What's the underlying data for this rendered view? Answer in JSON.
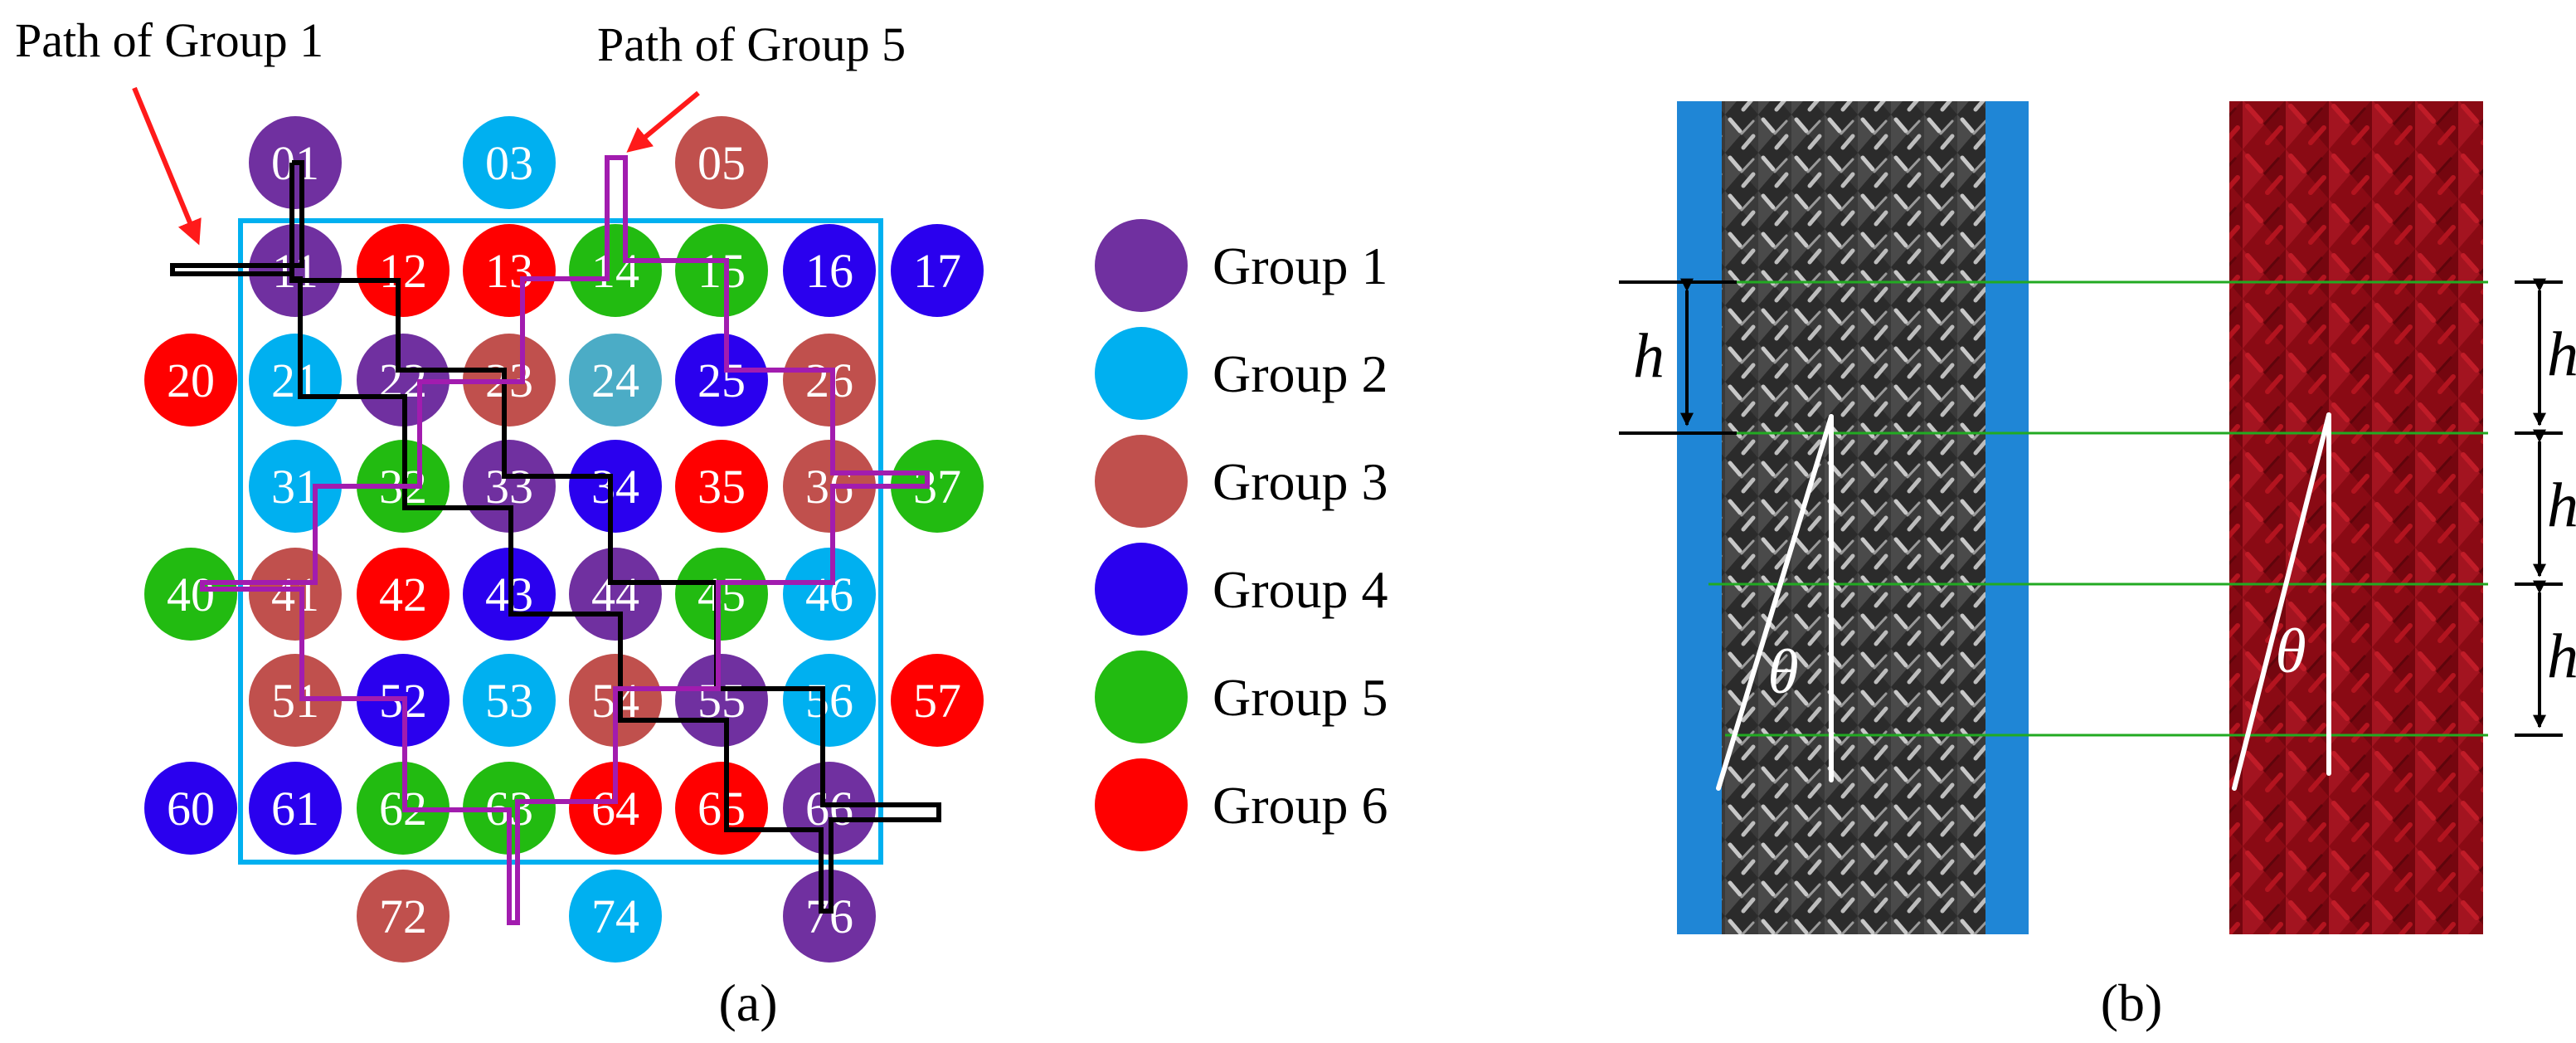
{
  "panel_a": {
    "annotations": [
      "Path of Group 1",
      "Path of Group 5"
    ],
    "caption": "(a)",
    "group_colors": {
      "g1": "#7030a0",
      "g2": "#00b0f0",
      "g3": "#c0504d",
      "g4": "#2a00ee",
      "g5": "#22bb11",
      "g6": "#ff0000",
      "g2b": "#4bacc6"
    },
    "frame_color": "#00b0f0",
    "path_group1_color": "#000000",
    "path_group5_color": "#a21caf",
    "nodes": [
      {
        "label": "01",
        "g": "g1"
      },
      {
        "label": "03",
        "g": "g2"
      },
      {
        "label": "05",
        "g": "g3"
      },
      {
        "label": "11",
        "g": "g1"
      },
      {
        "label": "12",
        "g": "g6"
      },
      {
        "label": "13",
        "g": "g6"
      },
      {
        "label": "14",
        "g": "g5"
      },
      {
        "label": "15",
        "g": "g5"
      },
      {
        "label": "16",
        "g": "g4"
      },
      {
        "label": "17",
        "g": "g4"
      },
      {
        "label": "20",
        "g": "g6"
      },
      {
        "label": "21",
        "g": "g2"
      },
      {
        "label": "22",
        "g": "g1"
      },
      {
        "label": "23",
        "g": "g3"
      },
      {
        "label": "24",
        "g": "g2b"
      },
      {
        "label": "25",
        "g": "g4"
      },
      {
        "label": "26",
        "g": "g3"
      },
      {
        "label": "31",
        "g": "g2"
      },
      {
        "label": "32",
        "g": "g5"
      },
      {
        "label": "33",
        "g": "g1"
      },
      {
        "label": "34",
        "g": "g4"
      },
      {
        "label": "35",
        "g": "g6"
      },
      {
        "label": "36",
        "g": "g3"
      },
      {
        "label": "37",
        "g": "g5"
      },
      {
        "label": "40",
        "g": "g5"
      },
      {
        "label": "41",
        "g": "g3"
      },
      {
        "label": "42",
        "g": "g6"
      },
      {
        "label": "43",
        "g": "g4"
      },
      {
        "label": "44",
        "g": "g1"
      },
      {
        "label": "45",
        "g": "g5"
      },
      {
        "label": "46",
        "g": "g2"
      },
      {
        "label": "51",
        "g": "g3"
      },
      {
        "label": "52",
        "g": "g4"
      },
      {
        "label": "53",
        "g": "g2"
      },
      {
        "label": "54",
        "g": "g3"
      },
      {
        "label": "55",
        "g": "g1"
      },
      {
        "label": "56",
        "g": "g2"
      },
      {
        "label": "57",
        "g": "g6"
      },
      {
        "label": "60",
        "g": "g4"
      },
      {
        "label": "61",
        "g": "g4"
      },
      {
        "label": "62",
        "g": "g5"
      },
      {
        "label": "63",
        "g": "g5"
      },
      {
        "label": "64",
        "g": "g6"
      },
      {
        "label": "65",
        "g": "g6"
      },
      {
        "label": "66",
        "g": "g1"
      },
      {
        "label": "72",
        "g": "g3"
      },
      {
        "label": "74",
        "g": "g2"
      },
      {
        "label": "76",
        "g": "g1"
      }
    ],
    "legend": [
      {
        "label": "Group 1",
        "g": "g1"
      },
      {
        "label": "Group 2",
        "g": "g2"
      },
      {
        "label": "Group 3",
        "g": "g3"
      },
      {
        "label": "Group 4",
        "g": "g4"
      },
      {
        "label": "Group 5",
        "g": "g5"
      },
      {
        "label": "Group 6",
        "g": "g6"
      }
    ]
  },
  "panel_b": {
    "caption": "(b)",
    "pitch_label": "h",
    "angle_label": "θ",
    "photo_background": "#1f86d6",
    "braid_dark": "#2b2b2b",
    "braid_light": "#c8c8c8",
    "model_dark": "#8a0a14",
    "model_light": "#c01c28",
    "guide_line_color": "#22aa22"
  }
}
